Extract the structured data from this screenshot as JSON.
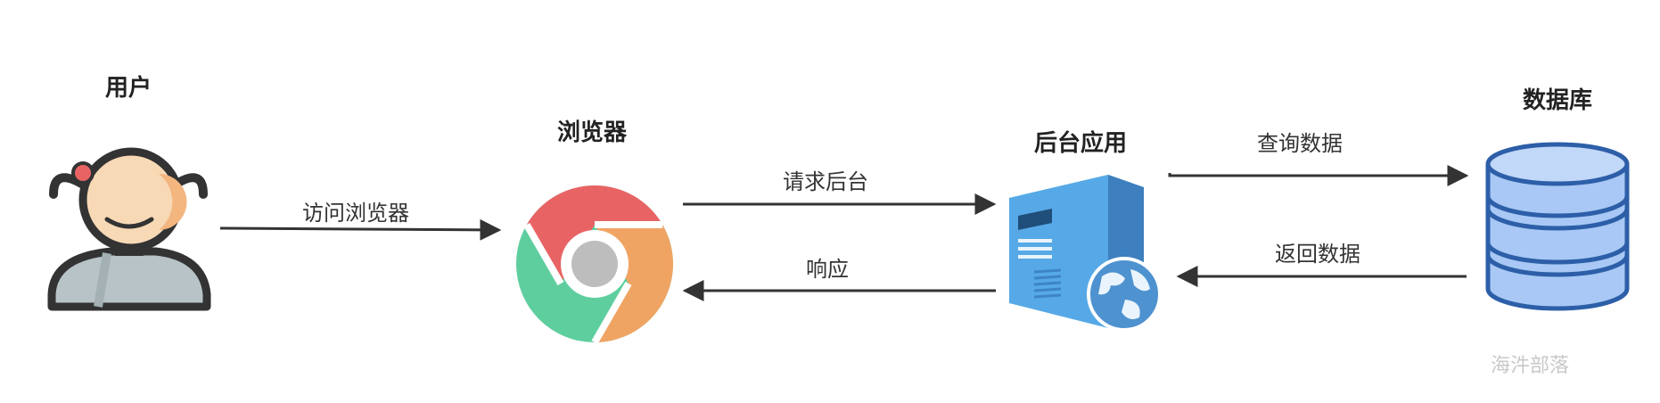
{
  "nodes": {
    "user": {
      "label": "用户",
      "icon": "user-avatar-icon"
    },
    "browser": {
      "label": "浏览器",
      "icon": "chrome-browser-icon"
    },
    "backend": {
      "label": "后台应用",
      "icon": "server-globe-icon"
    },
    "database": {
      "label": "数据库",
      "icon": "database-stack-icon"
    }
  },
  "edges": [
    {
      "from": "user",
      "to": "browser",
      "label": "访问浏览器"
    },
    {
      "from": "browser",
      "to": "backend",
      "label": "请求后台"
    },
    {
      "from": "backend",
      "to": "browser",
      "label": "响应"
    },
    {
      "from": "backend",
      "to": "database",
      "label": "查询数据"
    },
    {
      "from": "database",
      "to": "backend",
      "label": "返回数据"
    }
  ],
  "watermark": "海汼部落",
  "colors": {
    "chrome_red": "#E86464",
    "chrome_green": "#5ECE9E",
    "chrome_orange": "#F0A463",
    "server_blue": "#4A8FC7",
    "db_blue": "#A9C8F5",
    "db_stroke": "#2D5FA8"
  }
}
